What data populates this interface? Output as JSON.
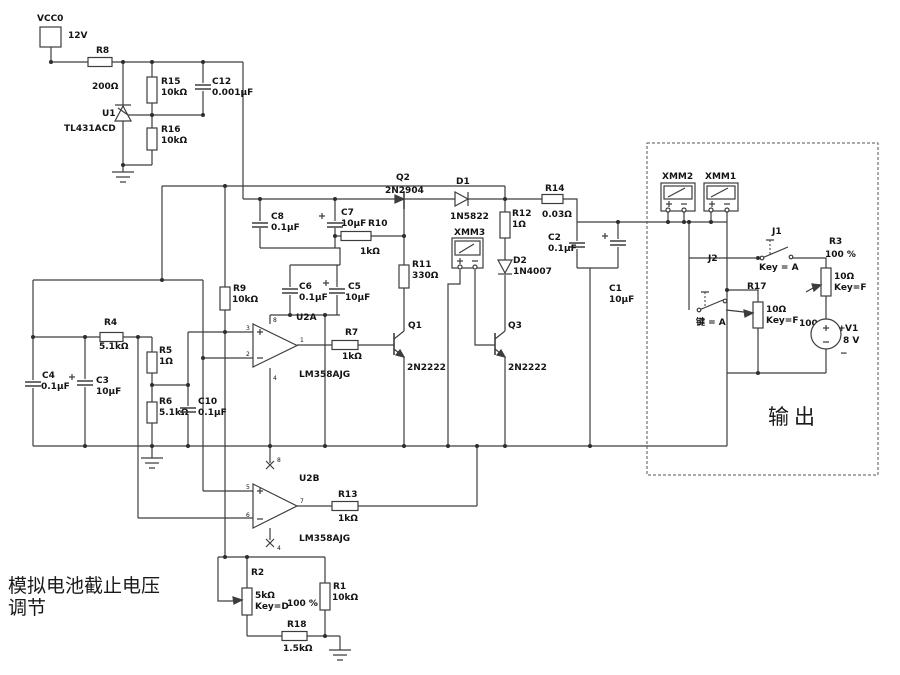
{
  "annotations": {
    "output": "输出",
    "cutoff_line1": "模拟电池截止电压",
    "cutoff_line2": "调节"
  },
  "power_source": {
    "net": "VCC0",
    "value": "12V"
  },
  "components": {
    "R8": {
      "ref": "R8",
      "value": "200Ω"
    },
    "R15": {
      "ref": "R15",
      "value": "10kΩ"
    },
    "R16": {
      "ref": "R16",
      "value": "10kΩ"
    },
    "C12": {
      "ref": "C12",
      "value": "0.001μF"
    },
    "U1": {
      "ref": "U1",
      "value": "TL431ACD"
    },
    "Q2": {
      "ref": "Q2",
      "value": "2N2904"
    },
    "D1": {
      "ref": "D1",
      "value": "1N5822"
    },
    "R14": {
      "ref": "R14",
      "value": "0.03Ω"
    },
    "C8": {
      "ref": "C8",
      "value": "0.1μF"
    },
    "C7": {
      "ref": "C7",
      "value": "10μF"
    },
    "R10": {
      "ref": "R10",
      "value": "1kΩ"
    },
    "R12": {
      "ref": "R12",
      "value": "1Ω"
    },
    "XMM3": {
      "ref": "XMM3"
    },
    "D2": {
      "ref": "D2",
      "value": "1N4007"
    },
    "C2": {
      "ref": "C2",
      "value": "0.1μF"
    },
    "C1": {
      "ref": "C1",
      "value": "10μF"
    },
    "R11": {
      "ref": "R11",
      "value": "330Ω"
    },
    "R9": {
      "ref": "R9",
      "value": "10kΩ"
    },
    "C6": {
      "ref": "C6",
      "value": "0.1μF"
    },
    "C5": {
      "ref": "C5",
      "value": "10μF"
    },
    "U2A": {
      "ref": "U2A",
      "value": "LM358AJG",
      "pins": {
        "inp": "3",
        "inn": "2",
        "out": "1",
        "vplus": "8",
        "vminus": "4"
      }
    },
    "U2B": {
      "ref": "U2B",
      "value": "LM358AJG",
      "pins": {
        "inp": "5",
        "inn": "6",
        "out": "7",
        "vplus": "8",
        "vminus": "4"
      }
    },
    "R4": {
      "ref": "R4",
      "value": "5.1kΩ"
    },
    "R5": {
      "ref": "R5",
      "value": "1Ω"
    },
    "R6": {
      "ref": "R6",
      "value": "5.1kΩ"
    },
    "C10": {
      "ref": "C10",
      "value": "0.1μF"
    },
    "C4": {
      "ref": "C4",
      "value": "0.1μF"
    },
    "C3": {
      "ref": "C3",
      "value": "10μF"
    },
    "R7": {
      "ref": "R7",
      "value": "1kΩ"
    },
    "Q1": {
      "ref": "Q1",
      "value": "2N2222"
    },
    "Q3": {
      "ref": "Q3",
      "value": "2N2222"
    },
    "XMM2": {
      "ref": "XMM2"
    },
    "XMM1": {
      "ref": "XMM1"
    },
    "J1": {
      "ref": "J1",
      "key": "Key = A"
    },
    "J2": {
      "ref": "J2",
      "key": "键 = A"
    },
    "R3": {
      "ref": "R3",
      "value": "10Ω",
      "key": "Key=F",
      "percent": "100 %"
    },
    "R17": {
      "ref": "R17",
      "value": "10Ω",
      "key": "Key=F",
      "percent": "100 %"
    },
    "V1": {
      "ref": "V1",
      "value": "8 V",
      "plus": "+",
      "minus": "−"
    },
    "R13": {
      "ref": "R13",
      "value": "1kΩ"
    },
    "R2": {
      "ref": "R2",
      "value": "5kΩ",
      "key": "Key=D",
      "percent": "100 %"
    },
    "R1": {
      "ref": "R1",
      "value": "10kΩ"
    },
    "R18": {
      "ref": "R18",
      "value": "1.5kΩ"
    }
  }
}
